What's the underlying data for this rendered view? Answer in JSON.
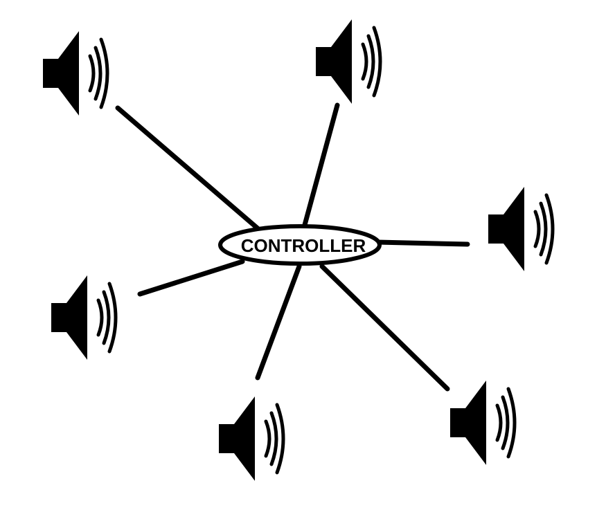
{
  "diagram": {
    "type": "star-topology",
    "colors": {
      "stroke": "#000000",
      "background": "#ffffff"
    },
    "hub": {
      "label": "CONTROLLER",
      "shape": "ellipse"
    },
    "nodes": [
      {
        "id": "speaker-top-left",
        "icon": "speaker-icon"
      },
      {
        "id": "speaker-top-center",
        "icon": "speaker-icon"
      },
      {
        "id": "speaker-right",
        "icon": "speaker-icon"
      },
      {
        "id": "speaker-left",
        "icon": "speaker-icon"
      },
      {
        "id": "speaker-bottom-center",
        "icon": "speaker-icon"
      },
      {
        "id": "speaker-bottom-right",
        "icon": "speaker-icon"
      }
    ],
    "edges": [
      {
        "from": "controller",
        "to": "speaker-top-left"
      },
      {
        "from": "controller",
        "to": "speaker-top-center"
      },
      {
        "from": "controller",
        "to": "speaker-right"
      },
      {
        "from": "controller",
        "to": "speaker-left"
      },
      {
        "from": "controller",
        "to": "speaker-bottom-center"
      },
      {
        "from": "controller",
        "to": "speaker-bottom-right"
      }
    ]
  }
}
